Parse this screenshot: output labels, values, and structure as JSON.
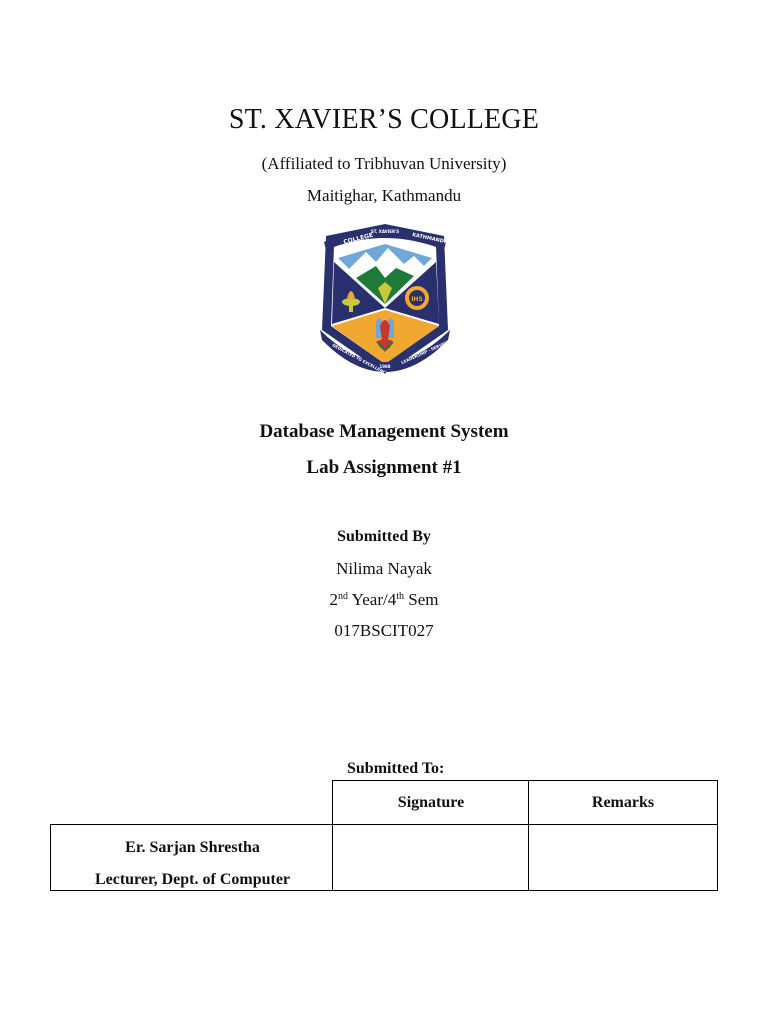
{
  "college": {
    "name": "ST. XAVIER’S COLLEGE",
    "affiliation": "(Affiliated to Tribhuvan University)",
    "location": "Maitighar, Kathmandu"
  },
  "crest": {
    "icon": "college-crest-icon",
    "top_text_left": "COLLEGE",
    "top_text_center": "ST. XAVIER'S",
    "top_text_right": "KATHMANDU",
    "monogram": "IHS",
    "bottom_text_left": "DEDICATED TO EXCELLENCE",
    "bottom_text_year": "1988",
    "bottom_text_right": "LEADERSHIP · SERVICE",
    "colors": {
      "navy": "#2a2f6e",
      "white": "#ffffff",
      "green": "#1f7a3a",
      "sky": "#6fa8d8",
      "gold": "#f0a830",
      "olive": "#c9c93a",
      "red": "#c0392b"
    }
  },
  "assignment": {
    "subject": "Database Management System",
    "title": "Lab Assignment #1"
  },
  "submitted_by": {
    "label": "Submitted By",
    "name": "Nilima Nayak",
    "year_num": "2",
    "year_sup": "nd",
    "year_mid": " Year/4",
    "sem_sup": "th",
    "sem_end": " Sem",
    "roll": "017BSCIT027"
  },
  "submitted_to": {
    "label": "Submitted To:",
    "headers": {
      "signature": "Signature",
      "remarks": "Remarks"
    },
    "lecturer_name": "Er. Sarjan Shrestha",
    "lecturer_title": "Lecturer, Dept. of Computer"
  }
}
